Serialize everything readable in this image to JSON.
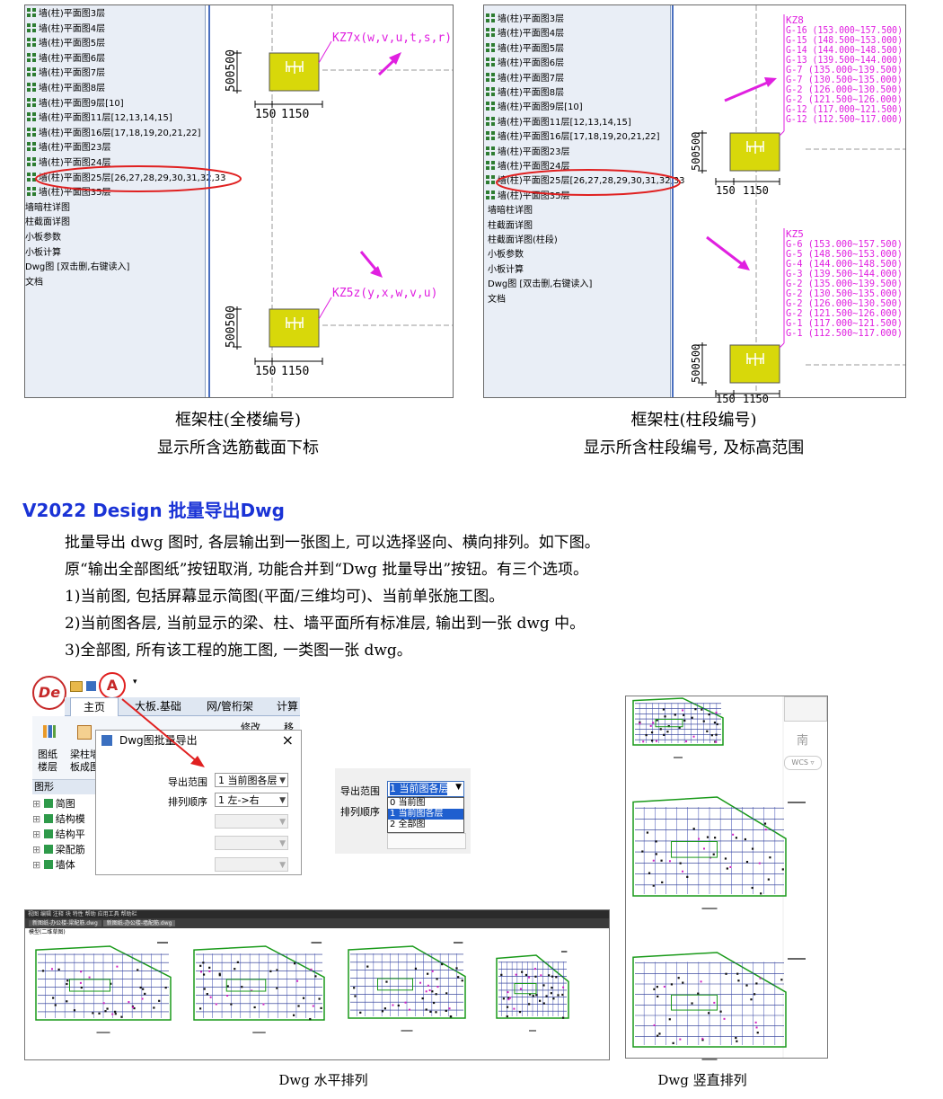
{
  "left_tree": {
    "items": [
      "墙(柱)平面图3层",
      "墙(柱)平面图4层",
      "墙(柱)平面图5层",
      "墙(柱)平面图6层",
      "墙(柱)平面图7层",
      "墙(柱)平面图8层",
      "墙(柱)平面图9层[10]",
      "墙(柱)平面图11层[12,13,14,15]",
      "墙(柱)平面图16层[17,18,19,20,21,22]",
      "墙(柱)平面图23层",
      "墙(柱)平面图24层",
      "墙(柱)平面图25层[26,27,28,29,30,31,32,33",
      "墙(柱)平面图35层"
    ],
    "extra": [
      "墙暗柱详图",
      "柱截面详图",
      "小板参数",
      "小板计算",
      "Dwg图 [双击删,右键读入]",
      "文档"
    ]
  },
  "right_tree": {
    "items": [
      "墙(柱)平面图3层",
      "墙(柱)平面图4层",
      "墙(柱)平面图5层",
      "墙(柱)平面图6层",
      "墙(柱)平面图7层",
      "墙(柱)平面图8层",
      "墙(柱)平面图9层[10]",
      "墙(柱)平面图11层[12,13,14,15]",
      "墙(柱)平面图16层[17,18,19,20,21,22]",
      "墙(柱)平面图23层",
      "墙(柱)平面图24层",
      "墙(柱)平面图25层[26,27,28,29,30,31,32,33",
      "墙(柱)平面图35层"
    ],
    "extra": [
      "墙暗柱详图",
      "柱截面详图",
      "柱截面详图(柱段)",
      "小板参数",
      "小板计算",
      "Dwg图 [双击删,右键读入]",
      "文档"
    ]
  },
  "left_drawing": {
    "label1": "KZ7x(w,v,u,t,s,r)",
    "label2": "KZ5z(y,x,w,v,u)",
    "dim_v": "500500",
    "dim_h1": "150",
    "dim_h2": "1150"
  },
  "right_drawing": {
    "col1_name": "KZ8",
    "col1_lines": [
      "G-16 (153.000~157.500)",
      "G-15 (148.500~153.000)",
      "G-14 (144.000~148.500)",
      "G-13 (139.500~144.000)",
      "G-7 (135.000~139.500)",
      "G-7 (130.500~135.000)",
      "G-2 (126.000~130.500)",
      "G-2 (121.500~126.000)",
      "G-12 (117.000~121.500)",
      "G-12 (112.500~117.000)"
    ],
    "col2_name": "KZ5",
    "col2_lines": [
      "G-6 (153.000~157.500)",
      "G-5 (148.500~153.000)",
      "G-4 (144.000~148.500)",
      "G-3 (139.500~144.000)",
      "G-2 (135.000~139.500)",
      "G-2 (130.500~135.000)",
      "G-2 (126.000~130.500)",
      "G-2 (121.500~126.000)",
      "G-1 (117.000~121.500)",
      "G-1 (112.500~117.000)"
    ],
    "dim_v": "500500",
    "dim_h1": "150",
    "dim_h2": "1150"
  },
  "captions": {
    "left_line1": "框架柱(全楼编号)",
    "left_line2": "显示所含选筋截面下标",
    "right_line1": "框架柱(柱段编号)",
    "right_line2": "显示所含柱段编号, 及标高范围"
  },
  "heading": "V2022 Design 批量导出Dwg",
  "paragraphs": [
    "批量导出 dwg 图时, 各层输出到一张图上, 可以选择竖向、横向排列。如下图。",
    "原“输出全部图纸”按钮取消, 功能合并到“Dwg 批量导出”按钮。有三个选项。",
    "1)当前图, 包括屏幕显示简图(平面/三维均可)、当前单张施工图。",
    "2)当前图各层, 当前显示的梁、柱、墙平面所有标准层, 输出到一张 dwg 中。",
    "3)全部图, 所有该工程的施工图, 一类图一张 dwg。"
  ],
  "app": {
    "logo": "De",
    "tabs": [
      "主页",
      "大板.基础",
      "网/管桁架",
      "计算"
    ],
    "ribbon": [
      "图纸",
      "楼层",
      "梁柱墙",
      "板成图"
    ],
    "ribbon_extra": [
      "修改",
      "移"
    ],
    "section": "图形",
    "tree": [
      "简图",
      "结构模",
      "结构平",
      "梁配筋",
      "墙体"
    ]
  },
  "dialog": {
    "title": "Dwg图批量导出",
    "close": "×",
    "range_label": "导出范围",
    "range_value": "1 当前图各层",
    "order_label": "排列顺序",
    "order_value": "1 左->右"
  },
  "dropdown": {
    "range_label": "导出范围",
    "order_label": "排列顺序",
    "selected": "1 当前图各层",
    "options": [
      "0 当前图",
      "1 当前图各层",
      "2 全部图"
    ]
  },
  "vertical_view": {
    "compass": "南",
    "wcs": "WCS"
  },
  "horiz_window": {
    "menus": [
      "视图",
      "编辑",
      "注释",
      "块",
      "特性",
      "帮助",
      "应用工具",
      "帮助栏"
    ],
    "tab1": "新图纸-办公楼-梁配筋.dwg",
    "tab2": "新图纸-办公楼-墙配筋.dwg",
    "sub": "模型(二维草图)"
  },
  "bottom_captions": {
    "horizontal": "Dwg 水平排列",
    "vertical": "Dwg 竖直排列"
  },
  "colors": {
    "heading": "#1a33d6",
    "pink": "#e020e0",
    "column_fill": "#d8d80a",
    "red": "#e02020",
    "green": "#1a9a1a"
  }
}
